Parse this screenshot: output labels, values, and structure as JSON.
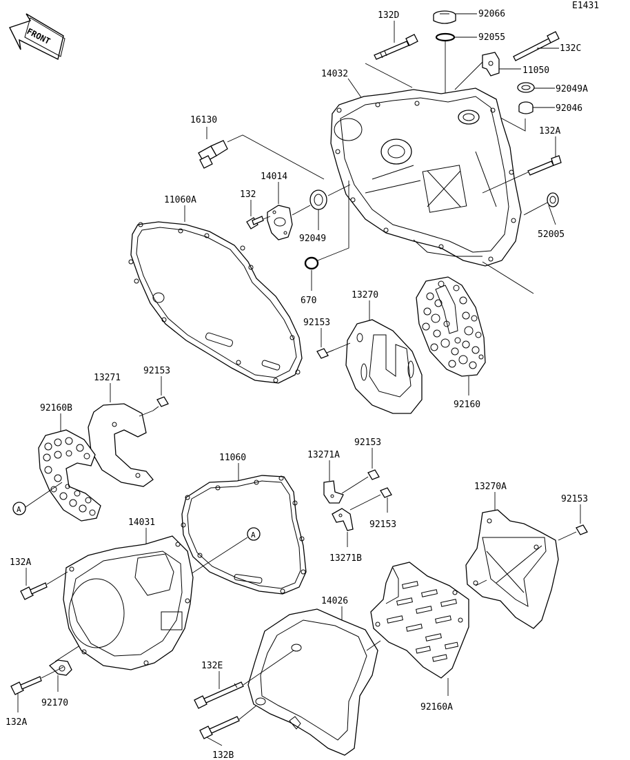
{
  "diagram_code": "E1431",
  "front_label": "FRONT",
  "ref_marker": "A",
  "labels": {
    "p92066": "92066",
    "p92055": "92055",
    "p132D": "132D",
    "p132C": "132C",
    "p11050": "11050",
    "p14032": "14032",
    "p92049A": "92049A",
    "p92046": "92046",
    "p132A_top": "132A",
    "p16130": "16130",
    "p14014": "14014",
    "p132": "132",
    "p11060A": "11060A",
    "p92049": "92049",
    "p52005": "52005",
    "p670": "670",
    "p13270": "13270",
    "p92153_a": "92153",
    "p92160": "92160",
    "p13271": "13271",
    "p92153_b": "92153",
    "p92160B": "92160B",
    "p11060": "11060",
    "p13271A": "13271A",
    "p92153_c": "92153",
    "p92153_d": "92153",
    "p13271B": "13271B",
    "p13270A": "13270A",
    "p92153_e": "92153",
    "p14031": "14031",
    "p132A_mid": "132A",
    "p14026": "14026",
    "p132E": "132E",
    "p92170": "92170",
    "p132A_bot": "132A",
    "p92160A": "92160A",
    "p132B": "132B"
  }
}
